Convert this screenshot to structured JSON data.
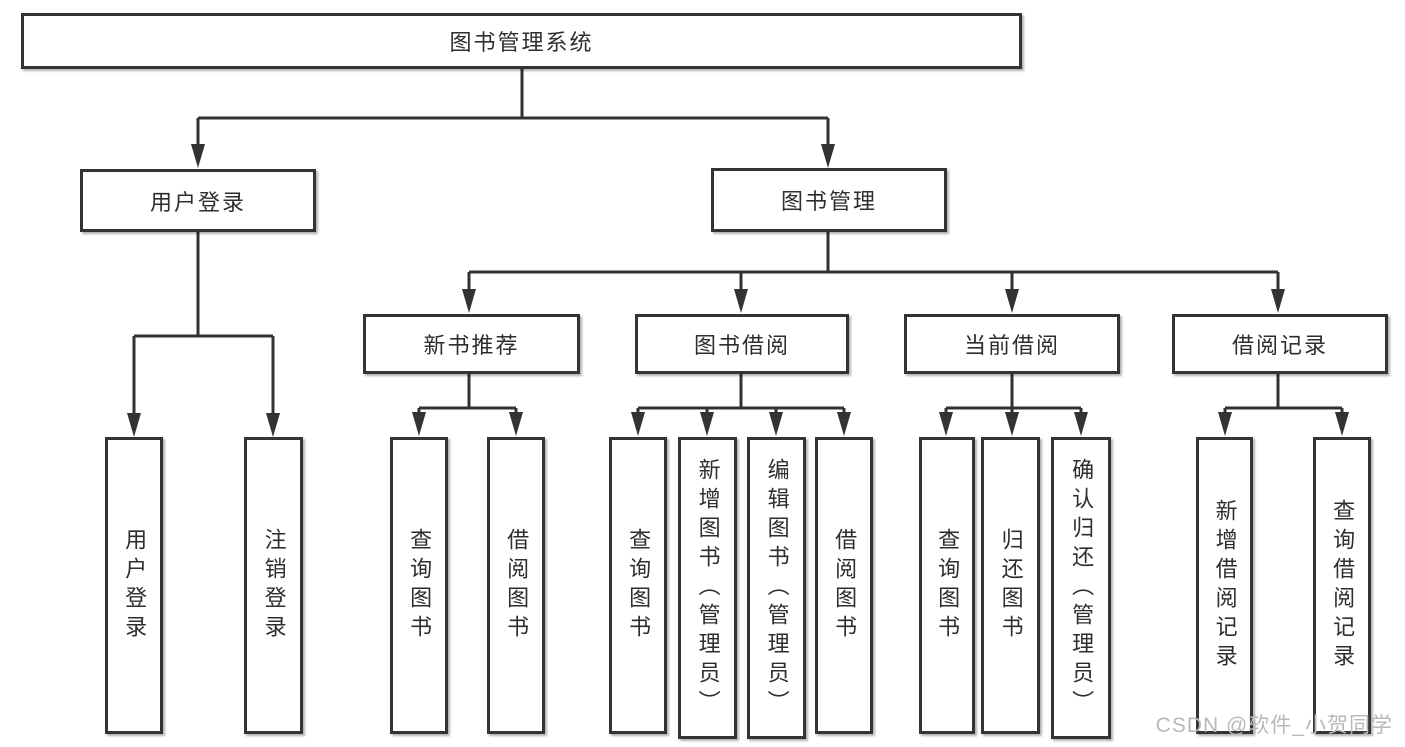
{
  "tree": {
    "root": {
      "label": "图书管理系统"
    },
    "level2": [
      {
        "label": "用户登录",
        "children": [
          "用户登录",
          "注销登录"
        ]
      },
      {
        "label": "图书管理"
      }
    ],
    "level3": [
      {
        "label": "新书推荐",
        "children": [
          "查询图书",
          "借阅图书"
        ]
      },
      {
        "label": "图书借阅",
        "children": [
          "查询图书",
          "新增图书（管理员）",
          "编辑图书（管理员）",
          "借阅图书"
        ]
      },
      {
        "label": "当前借阅",
        "children": [
          "查询图书",
          "归还图书",
          "确认归还（管理员）"
        ]
      },
      {
        "label": "借阅记录",
        "children": [
          "新增借阅记录",
          "查询借阅记录"
        ]
      }
    ]
  },
  "watermark": "CSDN @软件_小贺同学",
  "colors": {
    "line": "#333333",
    "box_border": "#343434",
    "text": "#2e2e2e",
    "watermark": "#b9b9b9",
    "background": "#ffffff"
  }
}
